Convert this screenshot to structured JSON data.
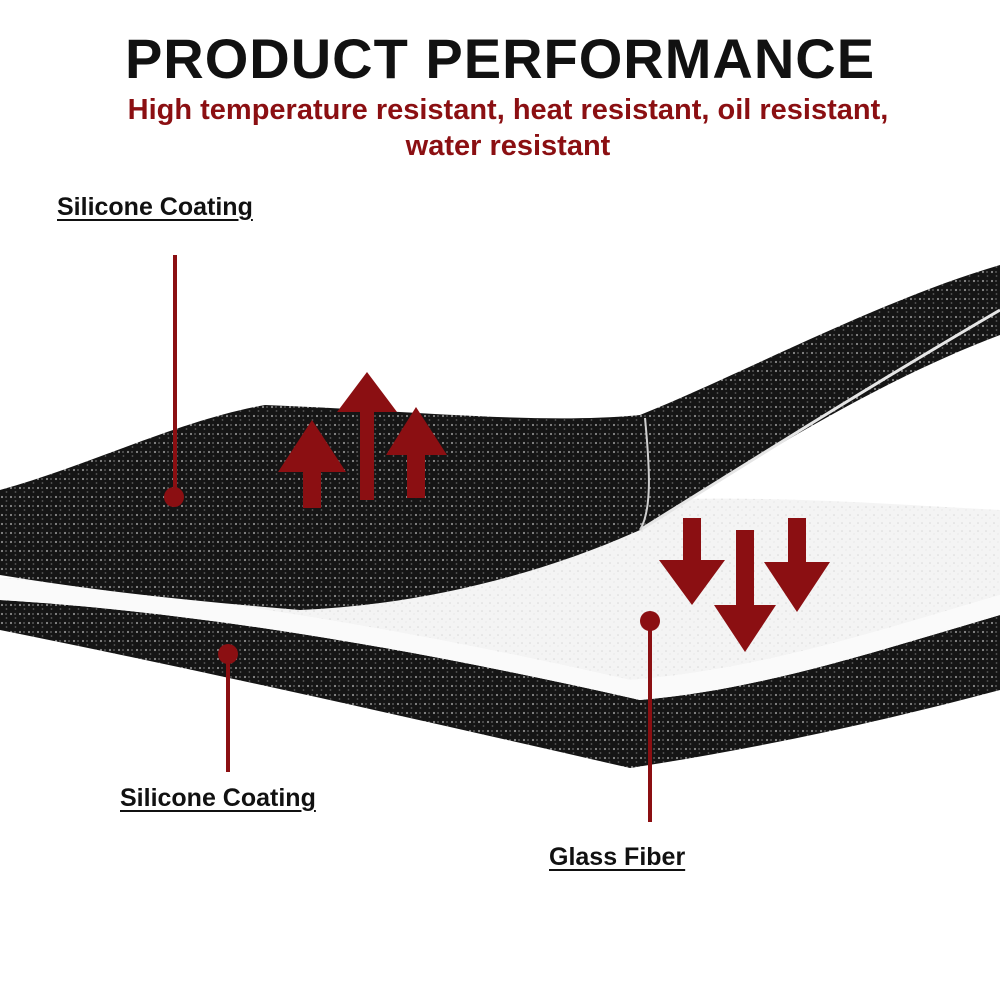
{
  "title": "PRODUCT PERFORMANCE",
  "subtitle": "High temperature resistant, heat resistant, oil resistant, water resistant",
  "labels": {
    "top_coating": "Silicone Coating",
    "bottom_coating": "Silicone Coating",
    "glass_fiber": "Glass Fiber"
  },
  "colors": {
    "accent": "#8b0f12",
    "layer_dark": "#141414",
    "layer_light": "#f2f2f2",
    "text": "#111111"
  }
}
